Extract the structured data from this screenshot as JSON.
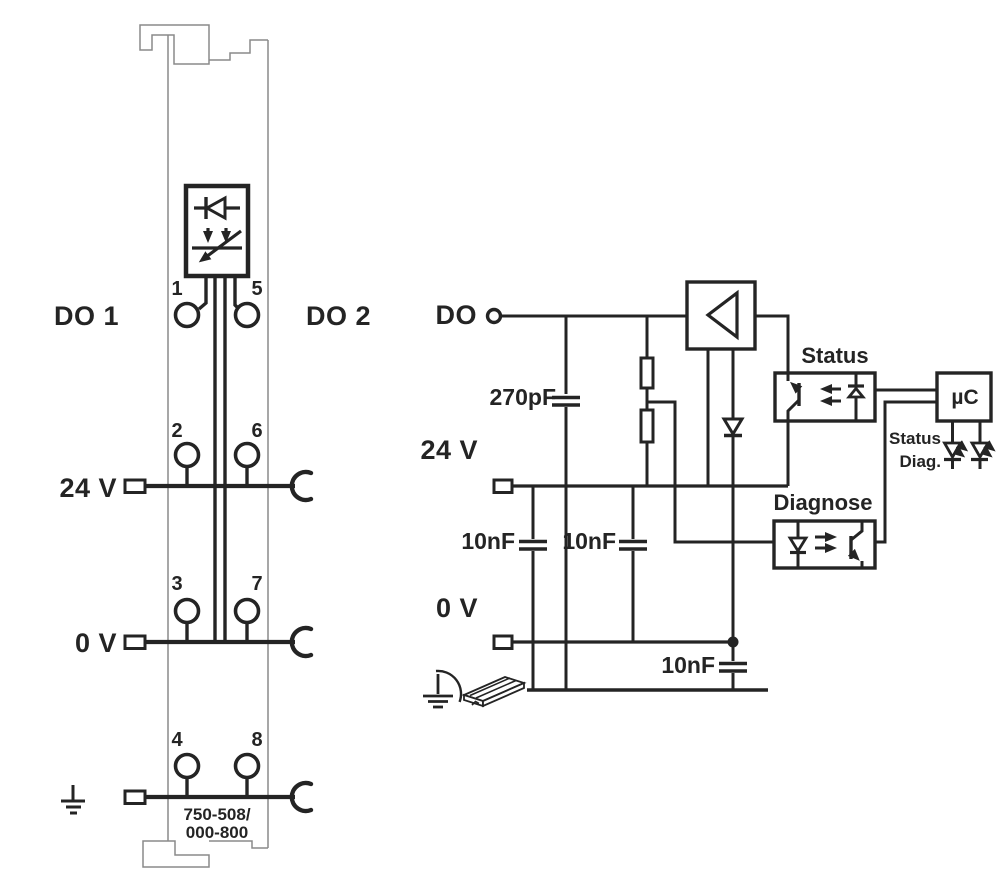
{
  "module": {
    "channel_left_label": "DO 1",
    "channel_right_label": "DO 2",
    "supply_rail_label": "24 V",
    "zero_rail_label": "0 V",
    "order_number_line1": "750-508/",
    "order_number_line2": "000-800",
    "terminal_numbers": [
      "1",
      "2",
      "3",
      "4",
      "5",
      "6",
      "7",
      "8"
    ]
  },
  "schematic": {
    "input_label": "DO",
    "supply_rail_label": "24 V",
    "zero_rail_label": "0 V",
    "input_capacitor_label": "270pF",
    "supply_earth_capacitor_label": "10nF",
    "supply_zero_capacitor_label": "10nF",
    "zero_earth_capacitor_label": "10nF",
    "status_optocoupler_label": "Status",
    "diagnose_optocoupler_label": "Diagnose",
    "microcontroller_label": "µC",
    "status_led_label": "Status",
    "diag_led_label": "Diag."
  },
  "colors": {
    "ink": "#242424",
    "module_outline": "#8a8a8a",
    "background": "#ffffff"
  }
}
